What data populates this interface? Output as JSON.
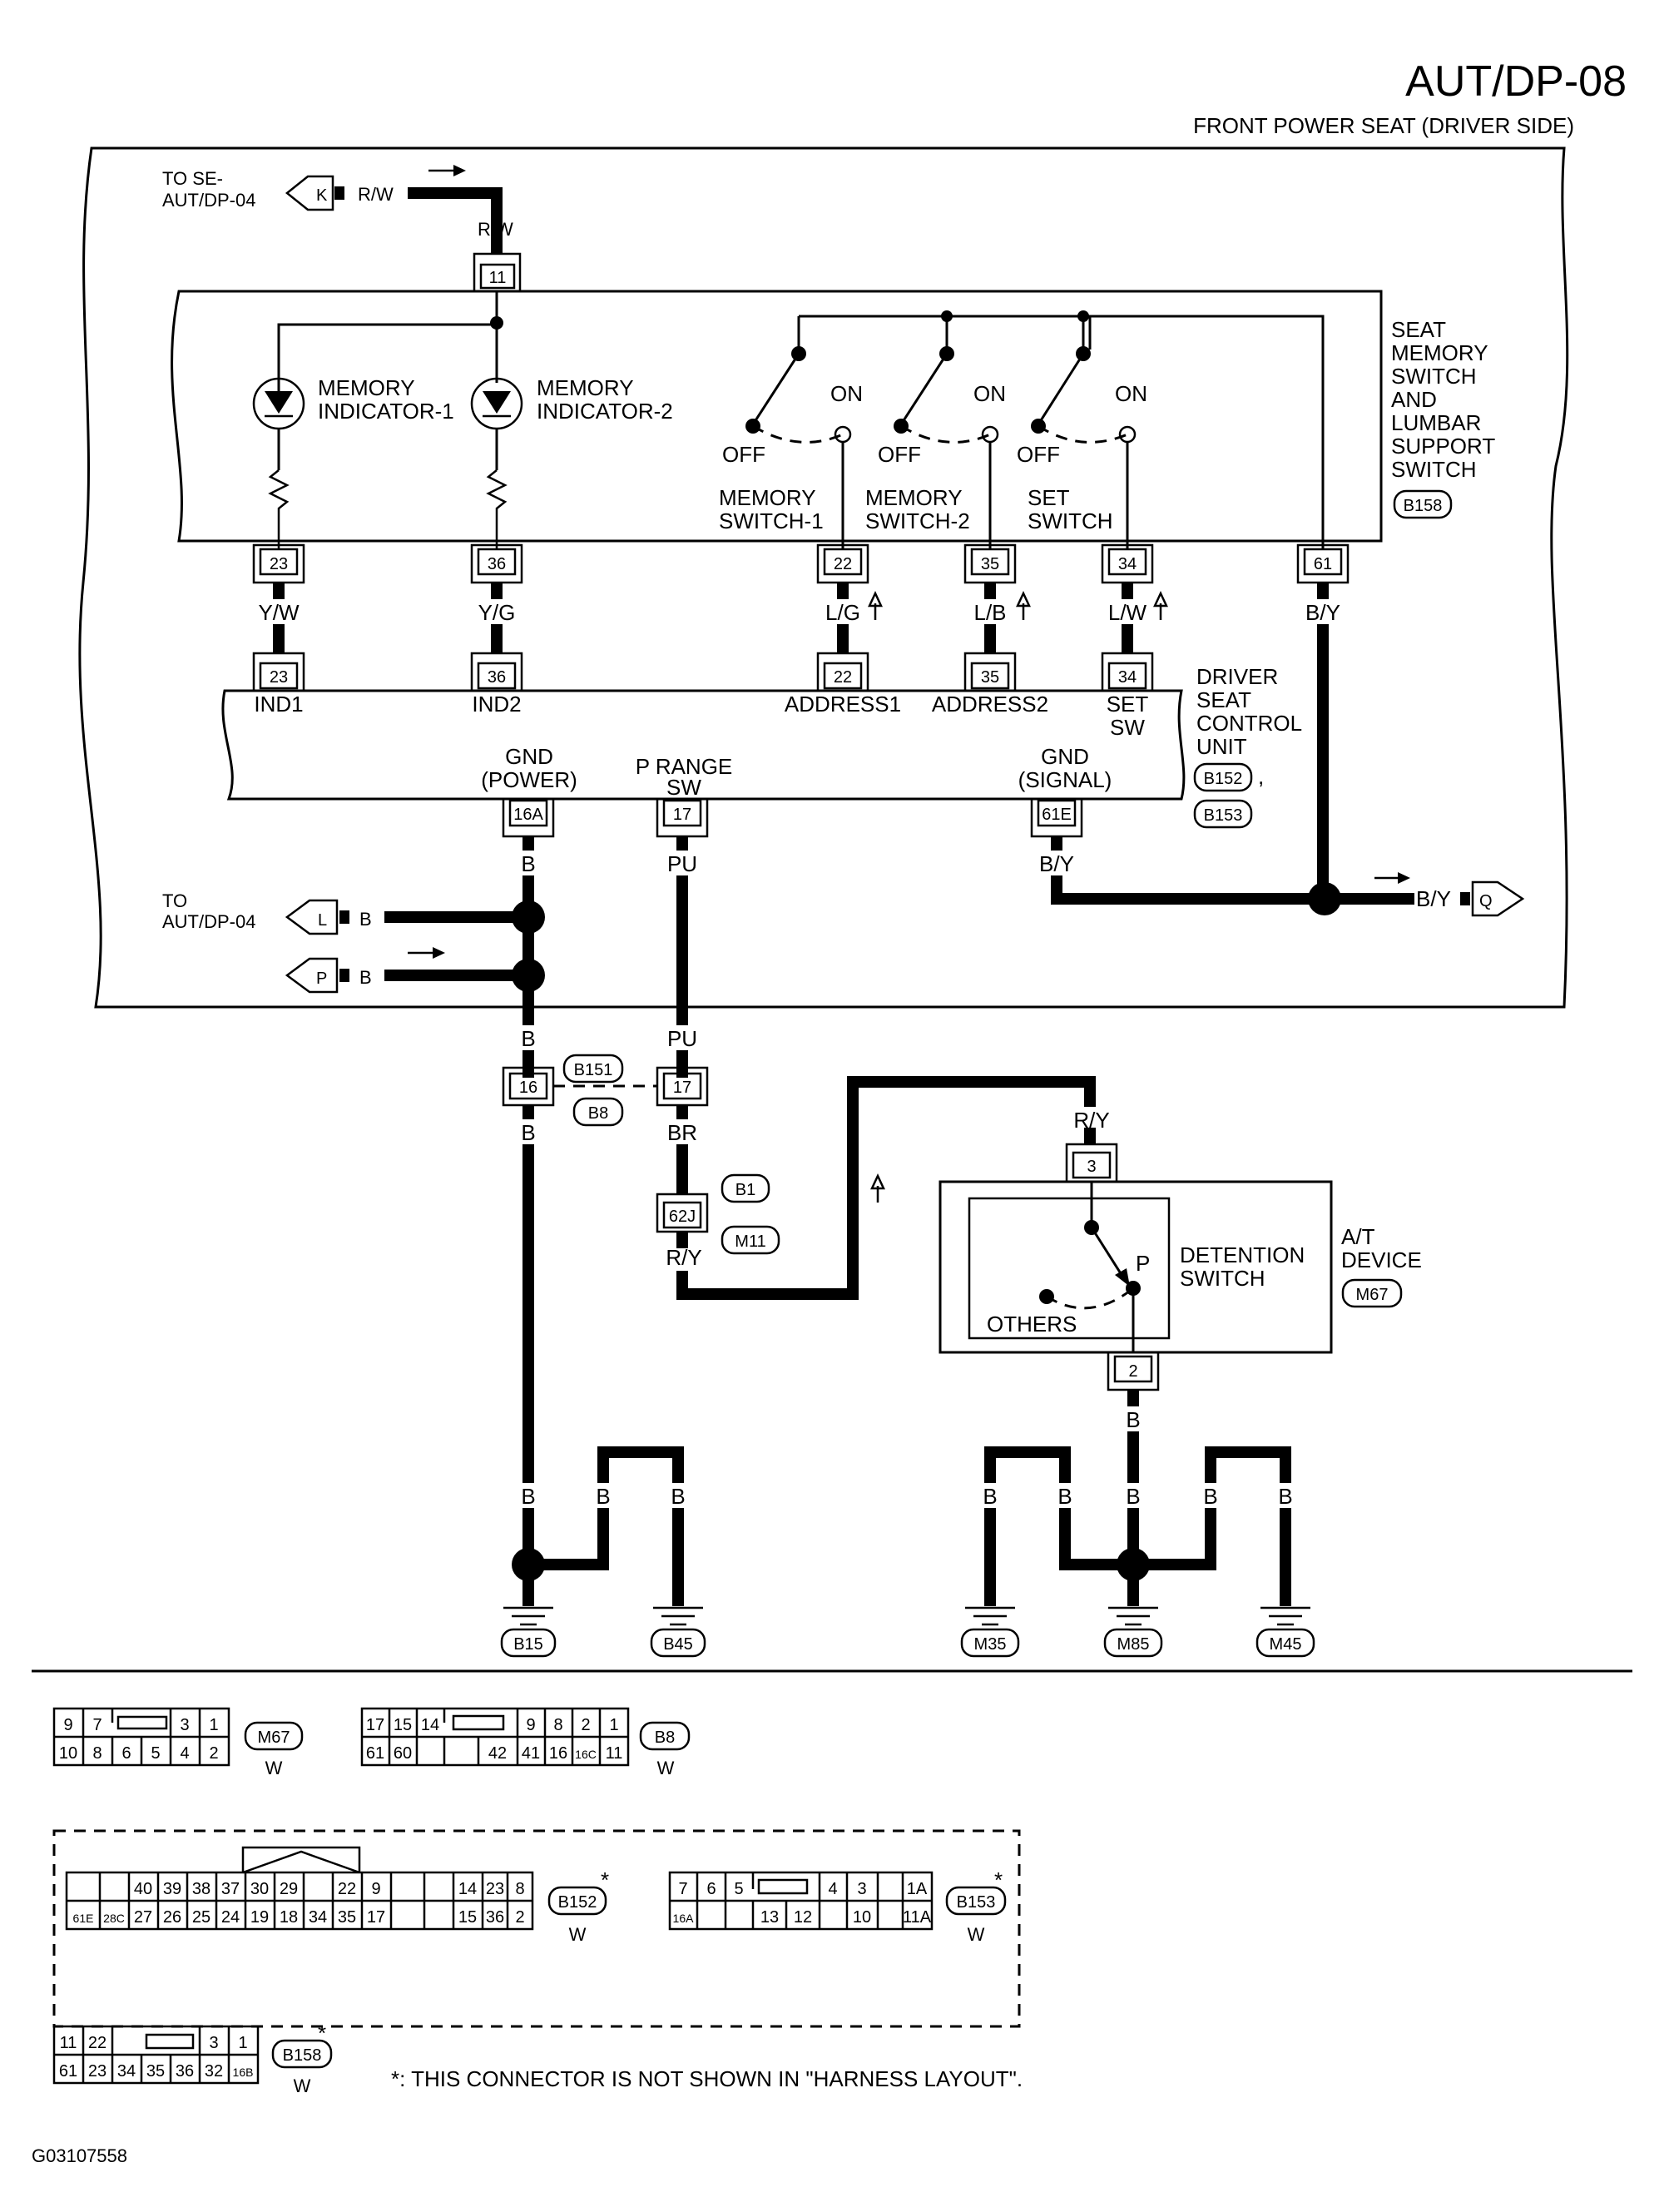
{
  "header": {
    "page_code": "AUT/DP-08",
    "subtitle": "FRONT POWER SEAT (DRIVER SIDE)"
  },
  "connectors_top": {
    "to_se_label": "TO SE-",
    "to_se_ref": "AUT/DP-04",
    "k_label": "K",
    "rw_wire": "R/W",
    "rw_wire2": "R/W",
    "pin11": "11"
  },
  "seat_memory_switch": {
    "title_lines": [
      "SEAT",
      "MEMORY",
      "SWITCH",
      "AND",
      "LUMBAR",
      "SUPPORT",
      "SWITCH"
    ],
    "connector": "B158",
    "mem_ind_1_lines": [
      "MEMORY",
      "INDICATOR-1"
    ],
    "mem_ind_2_lines": [
      "MEMORY",
      "INDICATOR-2"
    ],
    "off": "OFF",
    "on": "ON",
    "mem_sw1_lines": [
      "MEMORY",
      "SWITCH-1"
    ],
    "mem_sw2_lines": [
      "MEMORY",
      "SWITCH-2"
    ],
    "set_sw_lines": [
      "SET",
      "SWITCH"
    ],
    "pins": [
      "23",
      "36",
      "22",
      "35",
      "34",
      "61"
    ]
  },
  "wires_mid": {
    "w23": "Y/W",
    "w36": "Y/G",
    "w22": "L/G",
    "w35": "L/B",
    "w34": "L/W",
    "w61": "B/Y"
  },
  "driver_seat_unit": {
    "title_lines": [
      "DRIVER",
      "SEAT",
      "CONTROL",
      "UNIT"
    ],
    "connector_a": "B152",
    "connector_b": "B153",
    "comma": ",",
    "pins_top": [
      "23",
      "36",
      "22",
      "35",
      "34"
    ],
    "ind1": "IND1",
    "ind2": "IND2",
    "address1": "ADDRESS1",
    "address2": "ADDRESS2",
    "set_sw_lines": [
      "SET",
      "SW"
    ],
    "gnd_power_lines": [
      "GND",
      "(POWER)"
    ],
    "p_range_lines": [
      "P RANGE",
      "SW"
    ],
    "gnd_signal_lines": [
      "GND",
      "(SIGNAL)"
    ],
    "pin16a": "16A",
    "pin17": "17",
    "pin61e": "61E"
  },
  "lower_wires": {
    "b": "B",
    "pu": "PU",
    "by": "B/Y",
    "by_out": "B/Y",
    "q": "Q",
    "to_label": "TO",
    "to_ref": "AUT/DP-04",
    "l": "L",
    "p": "P",
    "br": "BR",
    "ry": "R/Y",
    "ry2": "R/Y",
    "pin16": "16",
    "pin17b": "17",
    "b151": "B151",
    "b8": "B8",
    "b1": "B1",
    "m11": "M11",
    "pin62j": "62J"
  },
  "at_device": {
    "title_lines": [
      "A/T",
      "DEVICE"
    ],
    "connector": "M67",
    "detention_lines": [
      "DETENTION",
      "SWITCH"
    ],
    "p": "P",
    "others": "OTHERS",
    "pin3": "3",
    "pin2": "2"
  },
  "grounds": [
    "B15",
    "B45",
    "M35",
    "M85",
    "M45"
  ],
  "connector_diagrams": {
    "m67": {
      "row1": [
        "9",
        "7",
        "",
        "3",
        "1"
      ],
      "row2": [
        "10",
        "8",
        "6",
        "5",
        "4",
        "2"
      ],
      "name": "M67",
      "color": "W"
    },
    "b8": {
      "row1": [
        "17",
        "15",
        "14",
        "",
        "9",
        "8",
        "2",
        "1"
      ],
      "row2": [
        "61",
        "60",
        "",
        "42",
        "41",
        "16",
        "16C",
        "11"
      ],
      "name": "B8",
      "color": "W"
    },
    "b152": {
      "row1": [
        "",
        "40",
        "39",
        "38",
        "37",
        "30",
        "29",
        "",
        "22",
        "9",
        "",
        "14",
        "23",
        "8"
      ],
      "row2": [
        "61E",
        "28C",
        "27",
        "26",
        "25",
        "24",
        "19",
        "18",
        "34",
        "35",
        "17",
        "15",
        "36",
        "2"
      ],
      "name": "B152",
      "color": "W",
      "star": "*"
    },
    "b153": {
      "row1": [
        "7",
        "6",
        "5",
        "",
        "4",
        "3",
        "",
        "1A"
      ],
      "row2": [
        "16A",
        "",
        "13",
        "12",
        "",
        "10",
        "",
        "11A"
      ],
      "name": "B153",
      "color": "W",
      "star": "*"
    },
    "b158": {
      "row1": [
        "11",
        "22",
        "",
        "3",
        "1"
      ],
      "row2": [
        "61",
        "23",
        "34",
        "35",
        "36",
        "32",
        "16B"
      ],
      "name": "B158",
      "color": "W",
      "star": "*"
    }
  },
  "footnote": "*: THIS CONNECTOR IS NOT SHOWN IN \"HARNESS LAYOUT\".",
  "figure_code": "G03107558"
}
